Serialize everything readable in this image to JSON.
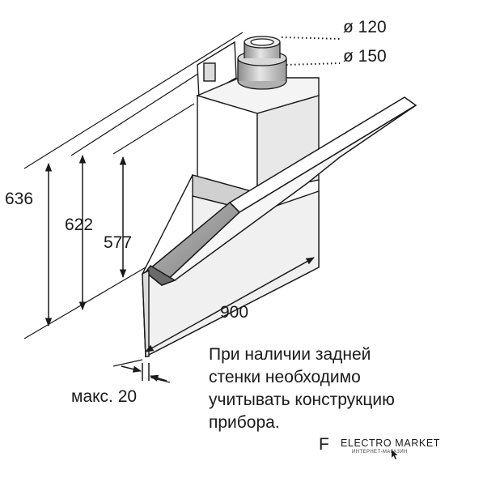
{
  "dimensions": {
    "duct_inner": "ø 120",
    "duct_outer": "ø 150",
    "height_total": "636",
    "height_mid": "622",
    "height_min": "577",
    "width": "900",
    "wall_gap": "макс. 20"
  },
  "note": {
    "lines": [
      "При наличии задней",
      "стенки необходимо",
      "учитывать конструкцию",
      "прибора."
    ]
  },
  "figure_letter": "F",
  "watermark": {
    "name": "ELECTRO MARKET",
    "tagline": "ИНТЕРНЕТ-МАГАЗИН"
  },
  "colors": {
    "line": "#1a1a1a",
    "hood_shade": "#9a9a9a",
    "duct_shade": "#c8c8c8"
  }
}
